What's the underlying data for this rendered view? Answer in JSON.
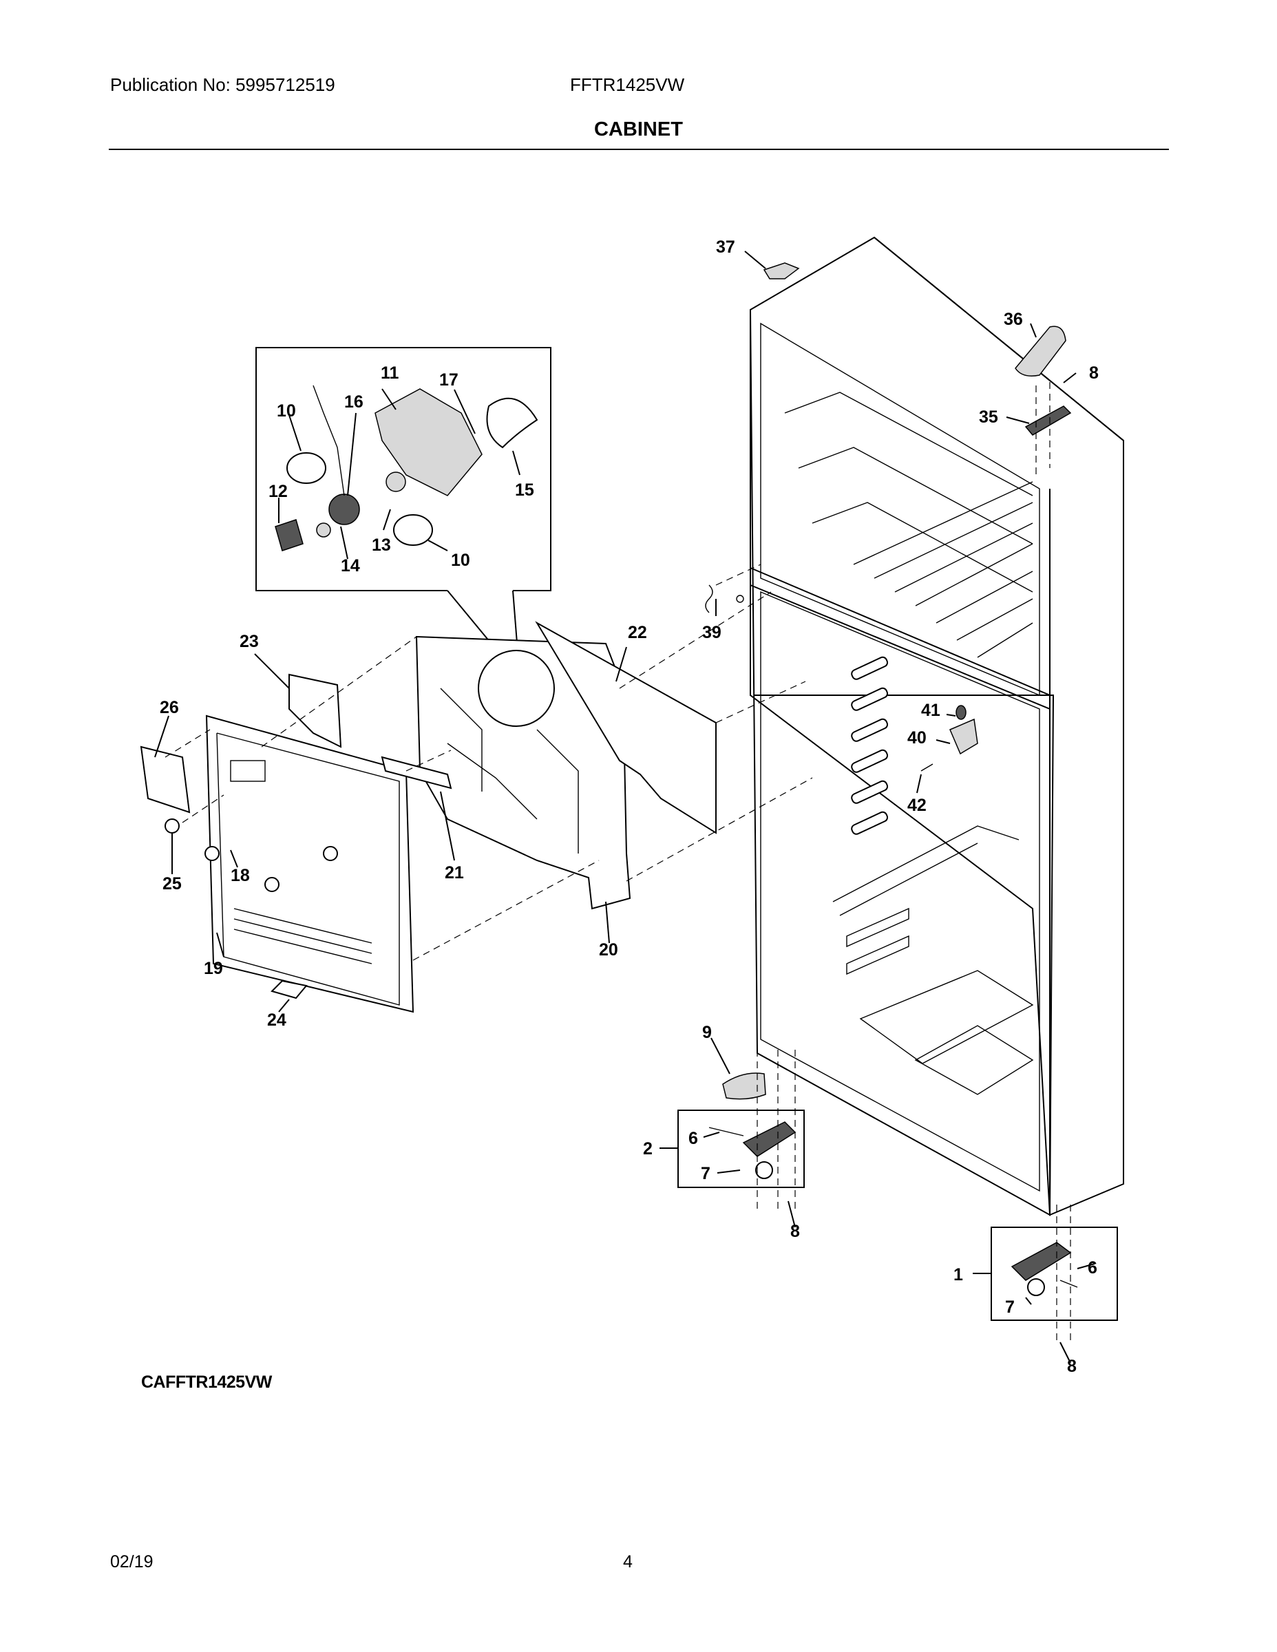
{
  "header": {
    "publication": "Publication No: 5995712519",
    "model": "FFTR1425VW",
    "section_title": "CABINET"
  },
  "footer": {
    "diagram_code": "CAFFTR1425VW",
    "date": "02/19",
    "page_number": "4"
  },
  "callouts": {
    "c1": "1",
    "c2": "2",
    "c6a": "6",
    "c6b": "6",
    "c7a": "7",
    "c7b": "7",
    "c8a": "8",
    "c8b": "8",
    "c8c": "8",
    "c9": "9",
    "c10a": "10",
    "c10b": "10",
    "c11": "11",
    "c12": "12",
    "c13": "13",
    "c14": "14",
    "c15": "15",
    "c16": "16",
    "c17": "17",
    "c18": "18",
    "c19": "19",
    "c20": "20",
    "c21": "21",
    "c22": "22",
    "c23": "23",
    "c24": "24",
    "c25": "25",
    "c26": "26",
    "c35": "35",
    "c36": "36",
    "c37": "37",
    "c39": "39",
    "c40": "40",
    "c41": "41",
    "c42": "42"
  }
}
